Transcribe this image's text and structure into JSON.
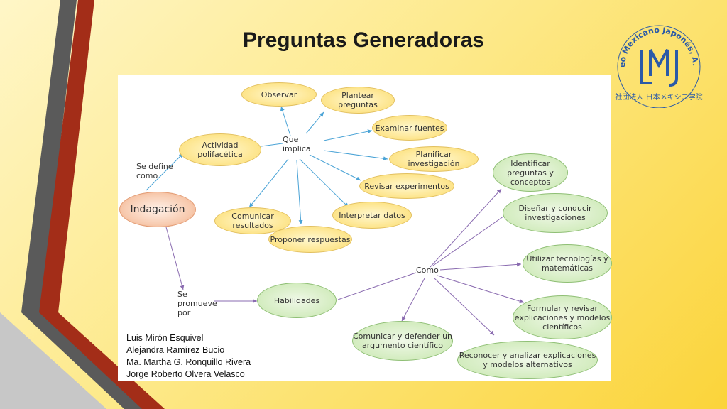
{
  "slide": {
    "title": "Preguntas Generadoras"
  },
  "colors": {
    "accent_dark": "#4a4a4a",
    "accent_red": "#a32d18",
    "logo_blue": "#2a5aa8",
    "arrow_blue": "#4aa3d6",
    "arrow_purple": "#8a6bb0"
  },
  "logo": {
    "ring_text": "liceo Mexicano Japonés, A. C.",
    "monogram": "LMJ",
    "japanese_text": "社団法人 日本メキシコ学院"
  },
  "concept_map": {
    "root": "Indagación",
    "link_define": "Se define como",
    "activity": "Actividad polifacética",
    "link_implica": "Que implica",
    "implica_items": [
      "Observar",
      "Plantear preguntas",
      "Examinar fuentes",
      "Planificar investigación",
      "Revisar experimentos",
      "Interpretar datos",
      "Proponer respuestas",
      "Comunicar resultados"
    ],
    "link_promueve": "Se promueve por",
    "skills": "Habilidades",
    "link_como": "Como",
    "skill_items": [
      "Identificar preguntas y conceptos",
      "Diseñar y conducir investigaciones",
      "Utilizar tecnologías y matemáticas",
      "Formular y revisar explicaciones y modelos científicos",
      "Reconocer y analizar explicaciones y modelos alternativos",
      "Comunicar y defender un argumento científico"
    ]
  },
  "authors": [
    "Luis Mirón Esquivel",
    "Alejandra Ramírez Bucio",
    "Ma. Martha G. Ronquillo Rivera",
    "Jorge Roberto Olvera Velasco"
  ]
}
